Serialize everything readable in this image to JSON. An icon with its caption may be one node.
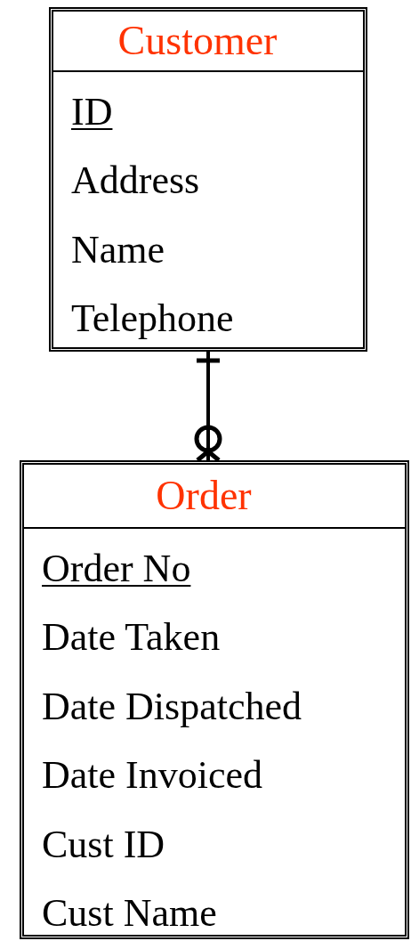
{
  "diagram": {
    "nodes": [
      {
        "text": [
          "Customer",
          "ID",
          "Address",
          "Name",
          "Telephone"
        ]
      },
      {
        "text": [
          "Order",
          "Order No",
          "Date Taken",
          "Date Dispatched",
          "Date Invoiced",
          "Cust ID",
          "Cust Name"
        ]
      }
    ],
    "edges": [
      {
        "from": 0,
        "to": 1,
        "arrow": "other"
      }
    ]
  }
}
